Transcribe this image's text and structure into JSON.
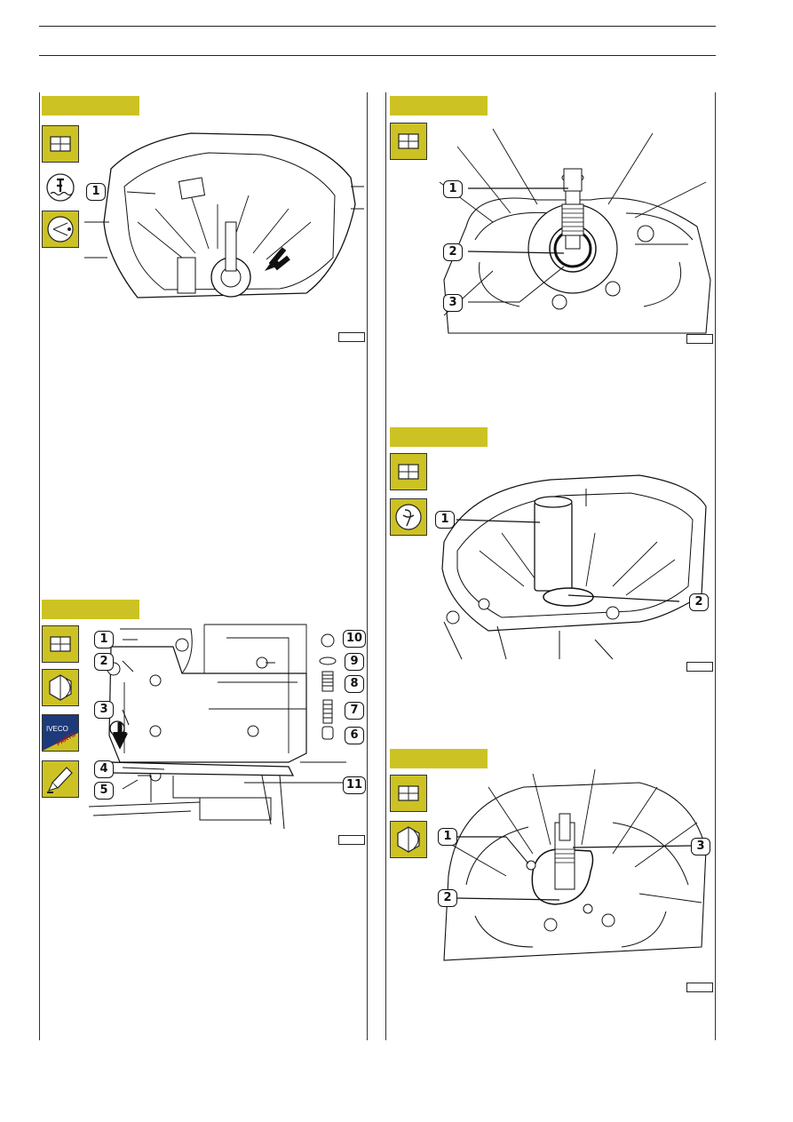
{
  "callouts": {
    "p1": [
      "1"
    ],
    "p2": [
      "1",
      "2",
      "3"
    ],
    "p3": [
      "1",
      "2",
      "3",
      "4",
      "5",
      "6",
      "7",
      "8",
      "9",
      "10",
      "11"
    ],
    "p4": [
      "1",
      "2"
    ],
    "p5": [
      "1",
      "2",
      "3"
    ]
  },
  "iveco_logo": {
    "brand": "IVECO",
    "word": "PARTS"
  },
  "icons": [
    "grid-panel-icon",
    "fluid-level-icon",
    "inspect-eye-icon",
    "hex-bolt-icon",
    "iveco-parts-icon",
    "sealant-tube-icon",
    "special-tool-icon"
  ],
  "colors": {
    "accent": "#cdc224",
    "line": "#111111"
  }
}
